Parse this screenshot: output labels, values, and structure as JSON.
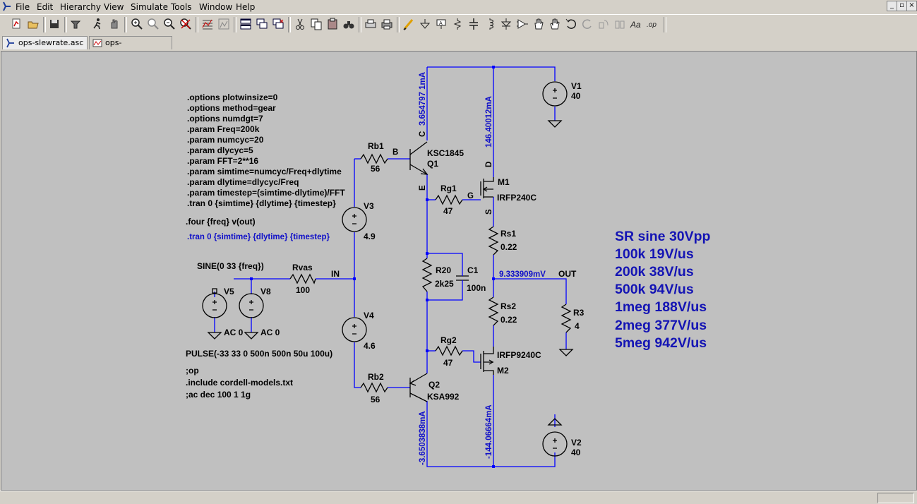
{
  "menu": [
    "File",
    "Edit",
    "Hierarchy",
    "View",
    "Simulate",
    "Tools",
    "Window",
    "Help"
  ],
  "window_buttons": [
    "_",
    "▫",
    "×"
  ],
  "toolbar_icons": [
    "new-schematic-icon",
    "open-icon",
    "save-icon",
    "control-panel-icon",
    "run-icon",
    "halt-icon",
    "zoom-in-icon",
    "zoom-extent-icon",
    "zoom-out-icon",
    "zoom-cancel-icon",
    "autorange-icon",
    "fft-icon",
    "tile-vertical-icon",
    "cascade-icon",
    "close-all-icon",
    "cut-icon",
    "copy-icon",
    "paste-icon",
    "find-icon",
    "print-setup-icon",
    "print-icon",
    "draw-wire-icon",
    "ground-icon",
    "label-net-icon",
    "resistor-icon",
    "capacitor-icon",
    "diode-icon",
    "component-icon",
    "move-icon",
    "drag-icon",
    "undo-icon",
    "redo-icon",
    "rotate-icon",
    "mirror-icon",
    "text-icon",
    "spice-directive-icon"
  ],
  "tabs": [
    {
      "label": "ops-slewrate.asc",
      "active": true
    },
    {
      "label": "ops-slewrate.raw",
      "active": false
    }
  ],
  "directives": [
    ".options plotwinsize=0",
    ".options method=gear",
    ".options numdgt=7",
    ".param Freq=200k",
    ".param numcyc=20",
    ".param dlycyc=5",
    ".param FFT=2**16",
    ".param simtime=numcyc/Freq+dlytime",
    ".param dlytime=dlycyc/Freq",
    ".param timestep=(simtime-dlytime)/FFT",
    ".tran 0 {simtime} {dlytime} {timestep}"
  ],
  "four_directive": ".four {freq} v(out)",
  "tran_active": ".tran 0 {simtime} {dlytime} {timestep}",
  "sine_source": "SINE(0 33 {freq})",
  "pulse_source": "PULSE(-33 33 0 500n 500n 50u 100u)",
  "misc": [
    ";op",
    ".include cordell-models.txt",
    ";ac dec 100 1 1g"
  ],
  "components": {
    "rb1": {
      "name": "Rb1",
      "value": "56"
    },
    "rb2": {
      "name": "Rb2",
      "value": "56"
    },
    "q1": {
      "model": "KSC1845",
      "name": "Q1"
    },
    "q2": {
      "model": "KSA992",
      "name": "Q2"
    },
    "rg1": {
      "name": "Rg1",
      "value": "47"
    },
    "rg2": {
      "name": "Rg2",
      "value": "47"
    },
    "m1": {
      "name": "M1",
      "model": "IRFP240C"
    },
    "m2": {
      "name": "M2",
      "model": "IRFP9240C"
    },
    "rs1": {
      "name": "Rs1",
      "value": "0.22"
    },
    "rs2": {
      "name": "Rs2",
      "value": "0.22"
    },
    "r20": {
      "name": "R20",
      "value": "2k25"
    },
    "c1": {
      "name": "C1",
      "value": "100n"
    },
    "r3": {
      "name": "R3",
      "value": "4"
    },
    "rvas": {
      "name": "Rvas",
      "value": "100"
    },
    "v1": {
      "name": "V1",
      "value": "40"
    },
    "v2": {
      "name": "V2",
      "value": "40"
    },
    "v3": {
      "name": "V3",
      "value": "4.9"
    },
    "v4": {
      "name": "V4",
      "value": "4.6"
    },
    "v5": {
      "name": "V5",
      "value": "AC 0"
    },
    "v8": {
      "name": "V8",
      "value": "AC 0"
    }
  },
  "pins": {
    "b": "B",
    "c": "C",
    "e": "E",
    "g": "G",
    "d": "D",
    "s": "S"
  },
  "net_labels": {
    "in": "IN",
    "out": "OUT"
  },
  "currents": {
    "q1_c": "3.654797 1mA",
    "m1_d": "146.40012mA",
    "q2_c": "-3.6503838mA",
    "m2_d": "-144.06664mA"
  },
  "out_voltage": "9.333909mV",
  "slew_notes": [
    "SR sine 30Vpp",
    "100k 19V/us",
    "200k 38V/us",
    "500k 94V/us",
    "1meg 188V/us",
    "2meg 377V/us",
    "5meg 942V/us"
  ],
  "colors": {
    "wire": "#0000ff",
    "annotation": "#1414b4",
    "canvas": "#c0c0c0"
  }
}
